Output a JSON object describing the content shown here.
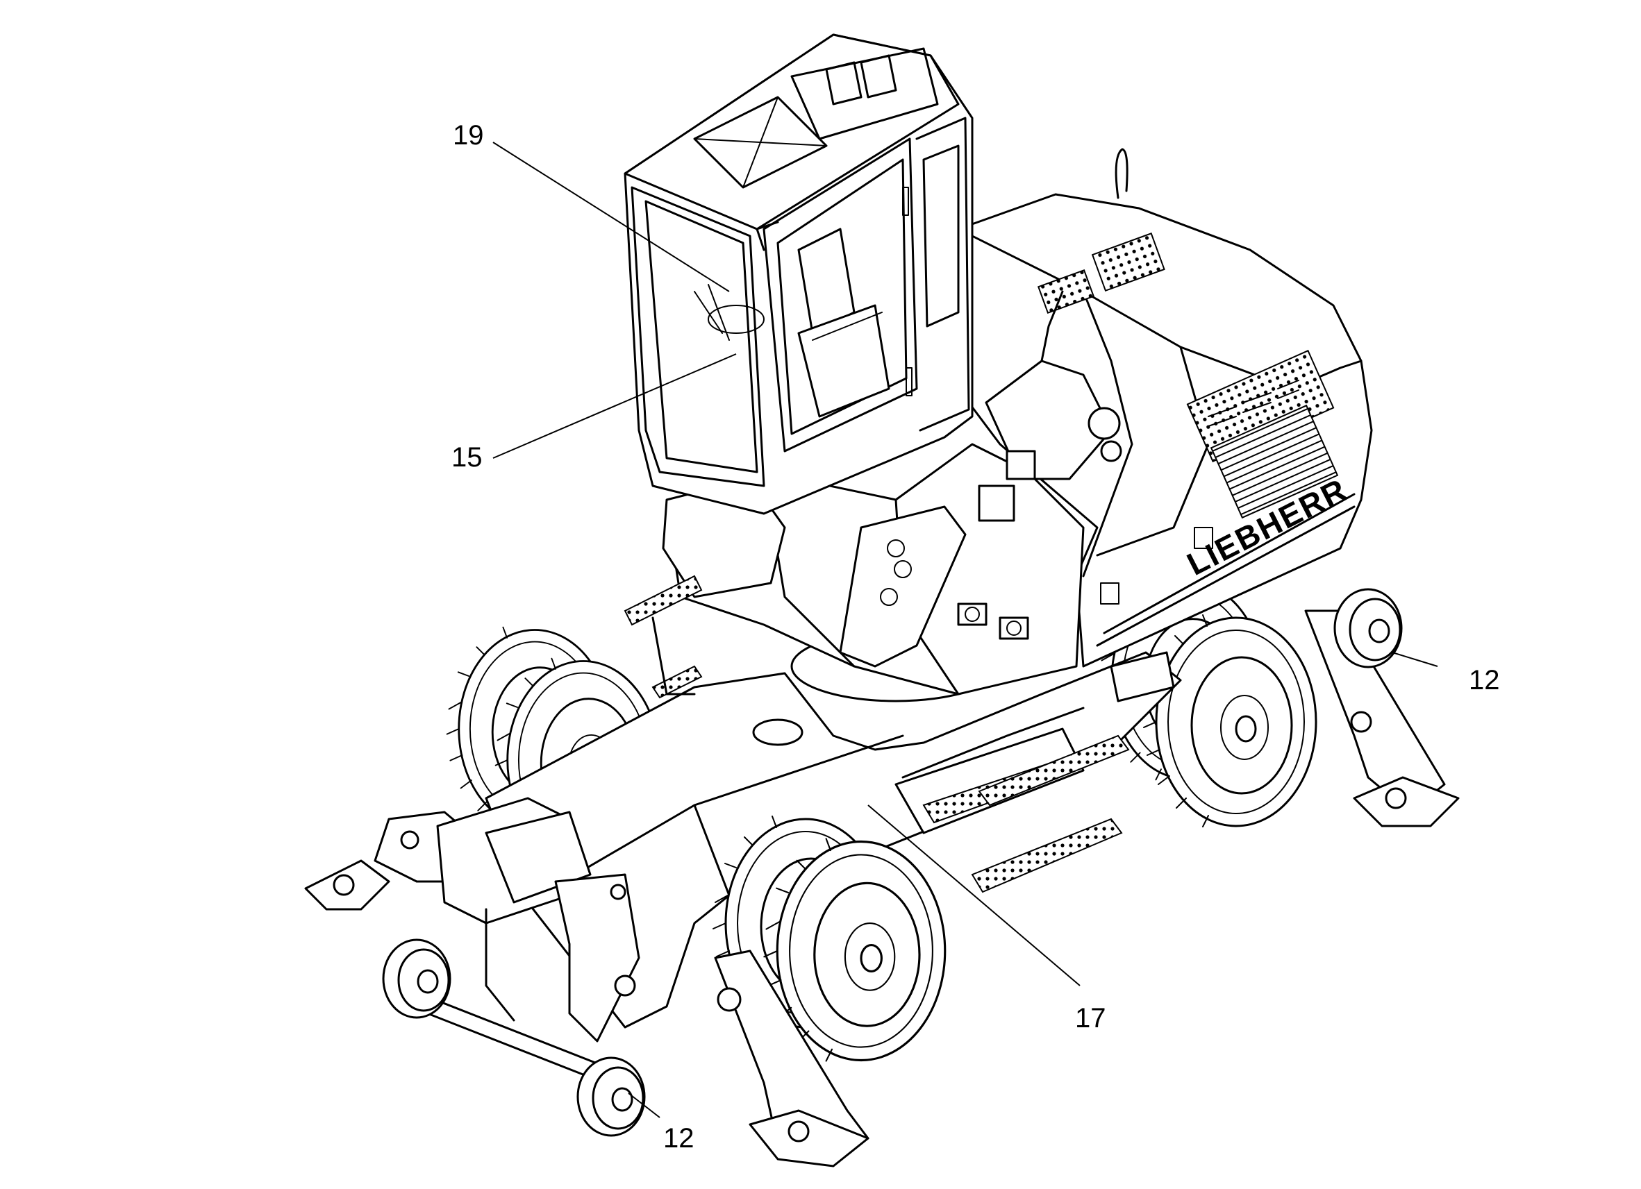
{
  "brand_text": "LIEBHERR",
  "callouts": [
    {
      "id": "callout-19",
      "label": "19"
    },
    {
      "id": "callout-15",
      "label": "15"
    },
    {
      "id": "callout-12-right",
      "label": "12"
    },
    {
      "id": "callout-17",
      "label": "17"
    },
    {
      "id": "callout-12-front",
      "label": "12"
    }
  ]
}
